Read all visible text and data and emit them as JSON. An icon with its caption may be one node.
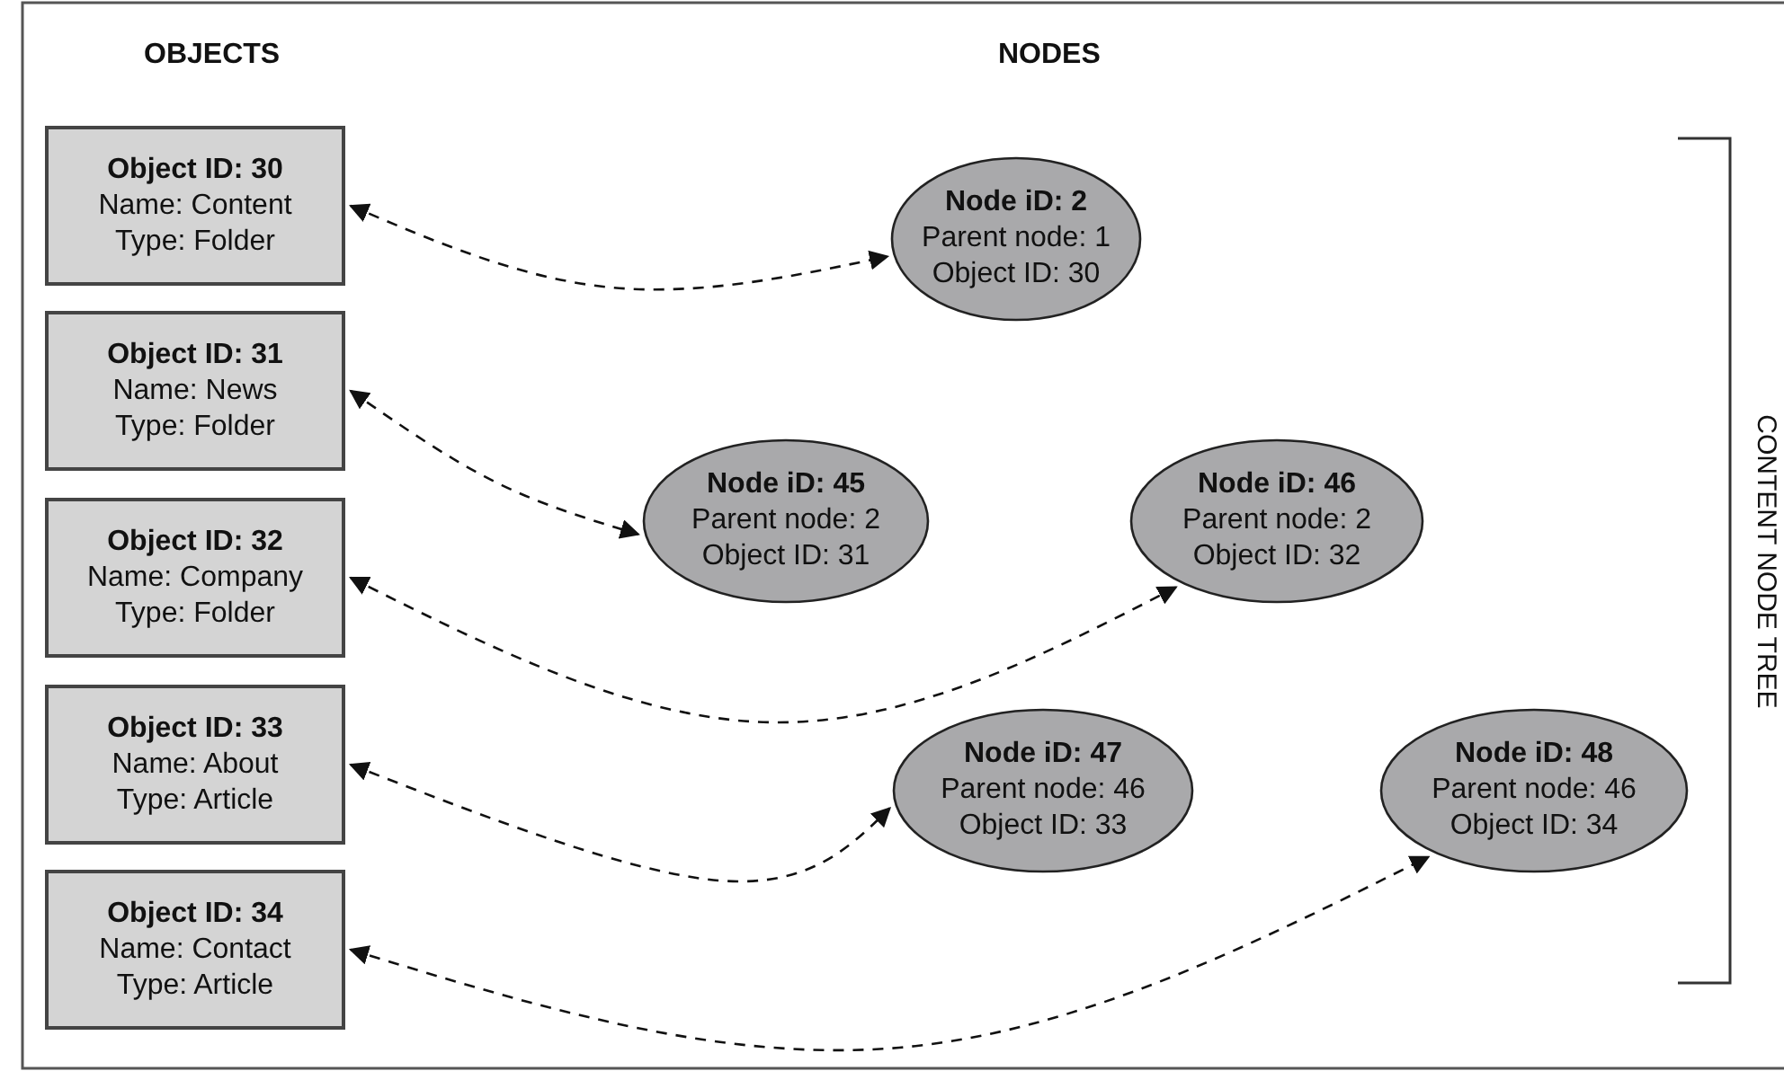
{
  "diagram": {
    "nodes": [
      {
        "text": [
          "Object ID: 30",
          "Name: Content",
          "Type: Folder"
        ]
      },
      {
        "text": [
          "Object ID: 31",
          "Name: News",
          "Type: Folder"
        ]
      },
      {
        "text": [
          "Object ID: 32",
          "Name: Company",
          "Type: Folder"
        ]
      },
      {
        "text": [
          "Object ID: 33",
          "Name: About",
          "Type: Article"
        ]
      },
      {
        "text": [
          "Object ID: 34",
          "Name: Contact",
          "Type: Article"
        ]
      },
      {
        "text": [
          "Node iD: 2",
          "Parent node: 1",
          "Object ID: 30"
        ]
      },
      {
        "text": [
          "Node iD: 45",
          "Parent node: 2",
          "Object ID: 31"
        ]
      },
      {
        "text": [
          "Node iD: 46",
          "Parent node: 2",
          "Object ID: 32"
        ]
      },
      {
        "text": [
          "Node iD: 47",
          "Parent node: 46",
          "Object ID: 33"
        ]
      },
      {
        "text": [
          "Node iD: 48",
          "Parent node: 46",
          "Object ID: 34"
        ]
      }
    ],
    "edges": [
      {
        "from": 0,
        "to": 5,
        "arrow": "both",
        "style": "dashed"
      },
      {
        "from": 1,
        "to": 6,
        "arrow": "both",
        "style": "dashed"
      },
      {
        "from": 2,
        "to": 7,
        "arrow": "both",
        "style": "dashed"
      },
      {
        "from": 3,
        "to": 8,
        "arrow": "both",
        "style": "dashed"
      },
      {
        "from": 4,
        "to": 9,
        "arrow": "both",
        "style": "dashed"
      }
    ],
    "labels": [
      "OBJECTS",
      "NODES",
      "CONTENT NODE TREE"
    ]
  }
}
